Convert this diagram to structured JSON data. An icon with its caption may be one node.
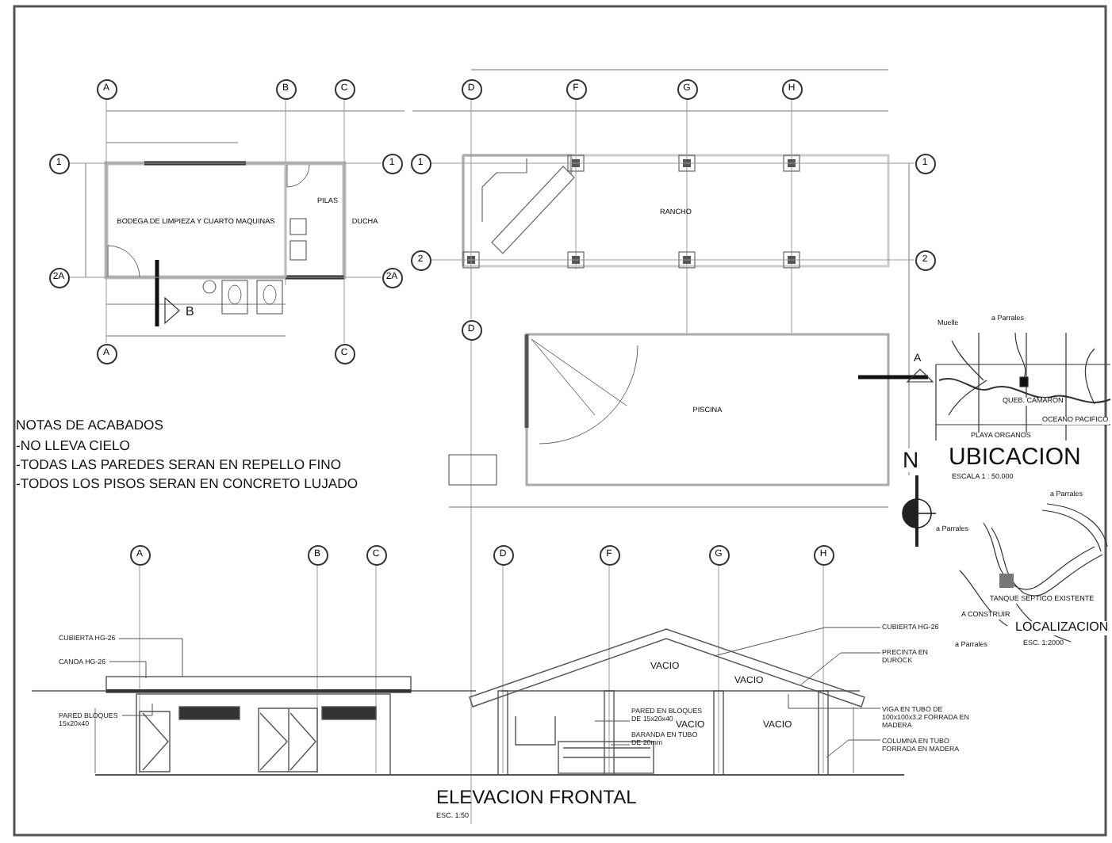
{
  "diagram": {
    "nodes": [
      {
        "text": [
          "A"
        ]
      },
      {
        "text": [
          "B"
        ]
      },
      {
        "text": [
          "C"
        ]
      },
      {
        "text": [
          "D"
        ]
      },
      {
        "text": [
          "F"
        ]
      },
      {
        "text": [
          "G"
        ]
      },
      {
        "text": [
          "H"
        ]
      },
      {
        "text": [
          "1"
        ]
      },
      {
        "text": [
          "1"
        ]
      },
      {
        "text": [
          "1"
        ]
      },
      {
        "text": [
          "1"
        ]
      },
      {
        "text": [
          "2"
        ]
      },
      {
        "text": [
          "2"
        ]
      },
      {
        "text": [
          "2A"
        ]
      },
      {
        "text": [
          "2A"
        ]
      },
      {
        "text": [
          "D"
        ]
      },
      {
        "text": [
          "A"
        ]
      },
      {
        "text": [
          "C"
        ]
      },
      {
        "text": [
          "A"
        ]
      },
      {
        "text": [
          "B"
        ]
      },
      {
        "text": [
          "C"
        ]
      },
      {
        "text": [
          "D"
        ]
      },
      {
        "text": [
          "F"
        ]
      },
      {
        "text": [
          "G"
        ]
      },
      {
        "text": [
          "H"
        ]
      },
      {
        "text": [
          "BODEGA DE LIMPIEZA Y CUARTO MAQUINAS"
        ]
      },
      {
        "text": [
          "PILAS"
        ]
      },
      {
        "text": [
          "DUCHA"
        ]
      },
      {
        "text": [
          "RANCHO"
        ]
      },
      {
        "text": [
          "PISCINA"
        ]
      },
      {
        "text": [
          "CUBIERTA HG-26"
        ]
      },
      {
        "text": [
          "CANOA HG-26"
        ]
      },
      {
        "text": [
          "PARED BLOQUES 15x20x40"
        ]
      },
      {
        "text": [
          "CUBIERTA HG-26"
        ]
      },
      {
        "text": [
          "PRECINTA EN DUROCK"
        ]
      },
      {
        "text": [
          "PARED EN BLOQUES DE 15x20x40"
        ]
      },
      {
        "text": [
          "BARANDA EN TUBO DE 20mm"
        ]
      },
      {
        "text": [
          "VIGA EN TUBO DE 100x100x3.2 FORRADA EN MADERA"
        ]
      },
      {
        "text": [
          "COLUMNA EN TUBO FORRADA EN MADERA"
        ]
      }
    ],
    "edges": [
      {
        "from": 30,
        "to": null,
        "arrow": "none"
      },
      {
        "from": 31,
        "to": null,
        "arrow": "none"
      },
      {
        "from": 32,
        "to": null,
        "arrow": "none"
      },
      {
        "from": 33,
        "to": null,
        "arrow": "none"
      },
      {
        "from": 34,
        "to": null,
        "arrow": "none"
      },
      {
        "from": 35,
        "to": null,
        "arrow": "none"
      },
      {
        "from": 36,
        "to": null,
        "arrow": "none"
      },
      {
        "from": 37,
        "to": null,
        "arrow": "none"
      },
      {
        "from": 38,
        "to": null,
        "arrow": "none"
      },
      {
        "from": 7,
        "to": 8,
        "arrow": "none"
      },
      {
        "from": 9,
        "to": 10,
        "arrow": "none"
      },
      {
        "from": 11,
        "to": 12,
        "arrow": "none"
      },
      {
        "from": 13,
        "to": 14,
        "arrow": "none"
      },
      {
        "from": 0,
        "to": 16,
        "arrow": "none"
      },
      {
        "from": 2,
        "to": 17,
        "arrow": "none"
      },
      {
        "from": 3,
        "to": 15,
        "arrow": "none"
      }
    ],
    "labels": [
      "NOTAS DE ACABADOS",
      "-NO LLEVA CIELO",
      "-TODAS LAS PAREDES SERAN EN REPELLO FINO",
      "-TODOS LOS PISOS SERAN EN CONCRETO LUJADO",
      "B",
      "A",
      "Muelle",
      "a Parrales",
      "QUEB. CAMARON",
      "OCEANO PACIFICO",
      "PLAYA ORGANOS",
      "UBICACION",
      "ESCALA 1 : 50.000",
      "N",
      "a Parrales",
      "a Parrales",
      "TANQUE SEPTICO EXISTENTE",
      "A CONSTRUIR",
      "a Parrales",
      "LOCALIZACION",
      "ESC. 1:2000",
      "VACIO",
      "VACIO",
      "VACIO",
      "VACIO",
      "ELEVACION FRONTAL",
      "ESC. 1:50"
    ]
  }
}
